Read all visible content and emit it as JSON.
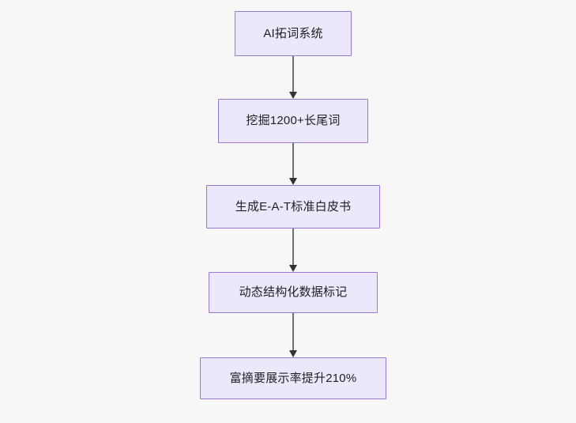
{
  "diagram": {
    "type": "flowchart",
    "direction": "top-to-bottom",
    "background_color": "#f7f7f7",
    "node_fill_color": "#ebe8fc",
    "node_border_color": "#9a77d6",
    "node_text_color": "#1f1f1f",
    "edge_color": "#707070",
    "arrowhead_color": "#333333",
    "nodes": [
      {
        "id": "n1",
        "label": "AI拓词系统"
      },
      {
        "id": "n2",
        "label": "挖掘1200+长尾词"
      },
      {
        "id": "n3",
        "label": "生成E-A-T标准白皮书"
      },
      {
        "id": "n4",
        "label": "动态结构化数据标记"
      },
      {
        "id": "n5",
        "label": "富摘要展示率提升210%"
      }
    ],
    "edges": [
      {
        "from": "n1",
        "to": "n2",
        "arrow": "arrowhead-down-icon"
      },
      {
        "from": "n2",
        "to": "n3",
        "arrow": "arrowhead-down-icon"
      },
      {
        "from": "n3",
        "to": "n4",
        "arrow": "arrowhead-down-icon"
      },
      {
        "from": "n4",
        "to": "n5",
        "arrow": "arrowhead-down-icon"
      }
    ]
  }
}
